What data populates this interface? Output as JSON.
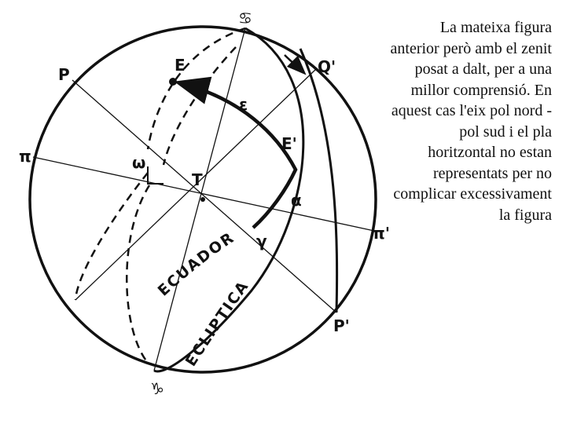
{
  "diagram": {
    "labels": {
      "cancer": "♋",
      "q_prime": "Q'",
      "p": "P",
      "e": "E",
      "epsilon": "ε",
      "e_prime": "E'",
      "pi": "π",
      "omega": "ω",
      "t": "T",
      "alpha": "α",
      "gamma": "γ",
      "pi_prime": "π'",
      "p_prime": "P'",
      "capricorn": "♑"
    },
    "equator_label": "ECUADOR",
    "ecliptic_label": "ECLIPTICA"
  },
  "caption": "La mateixa figura anterior però amb el zenit posat a dalt, per a una millor comprensió. En aquest cas l'eix pol nord - pol sud i el pla horitzontal no estan representats per no complicar excessivament la figura"
}
